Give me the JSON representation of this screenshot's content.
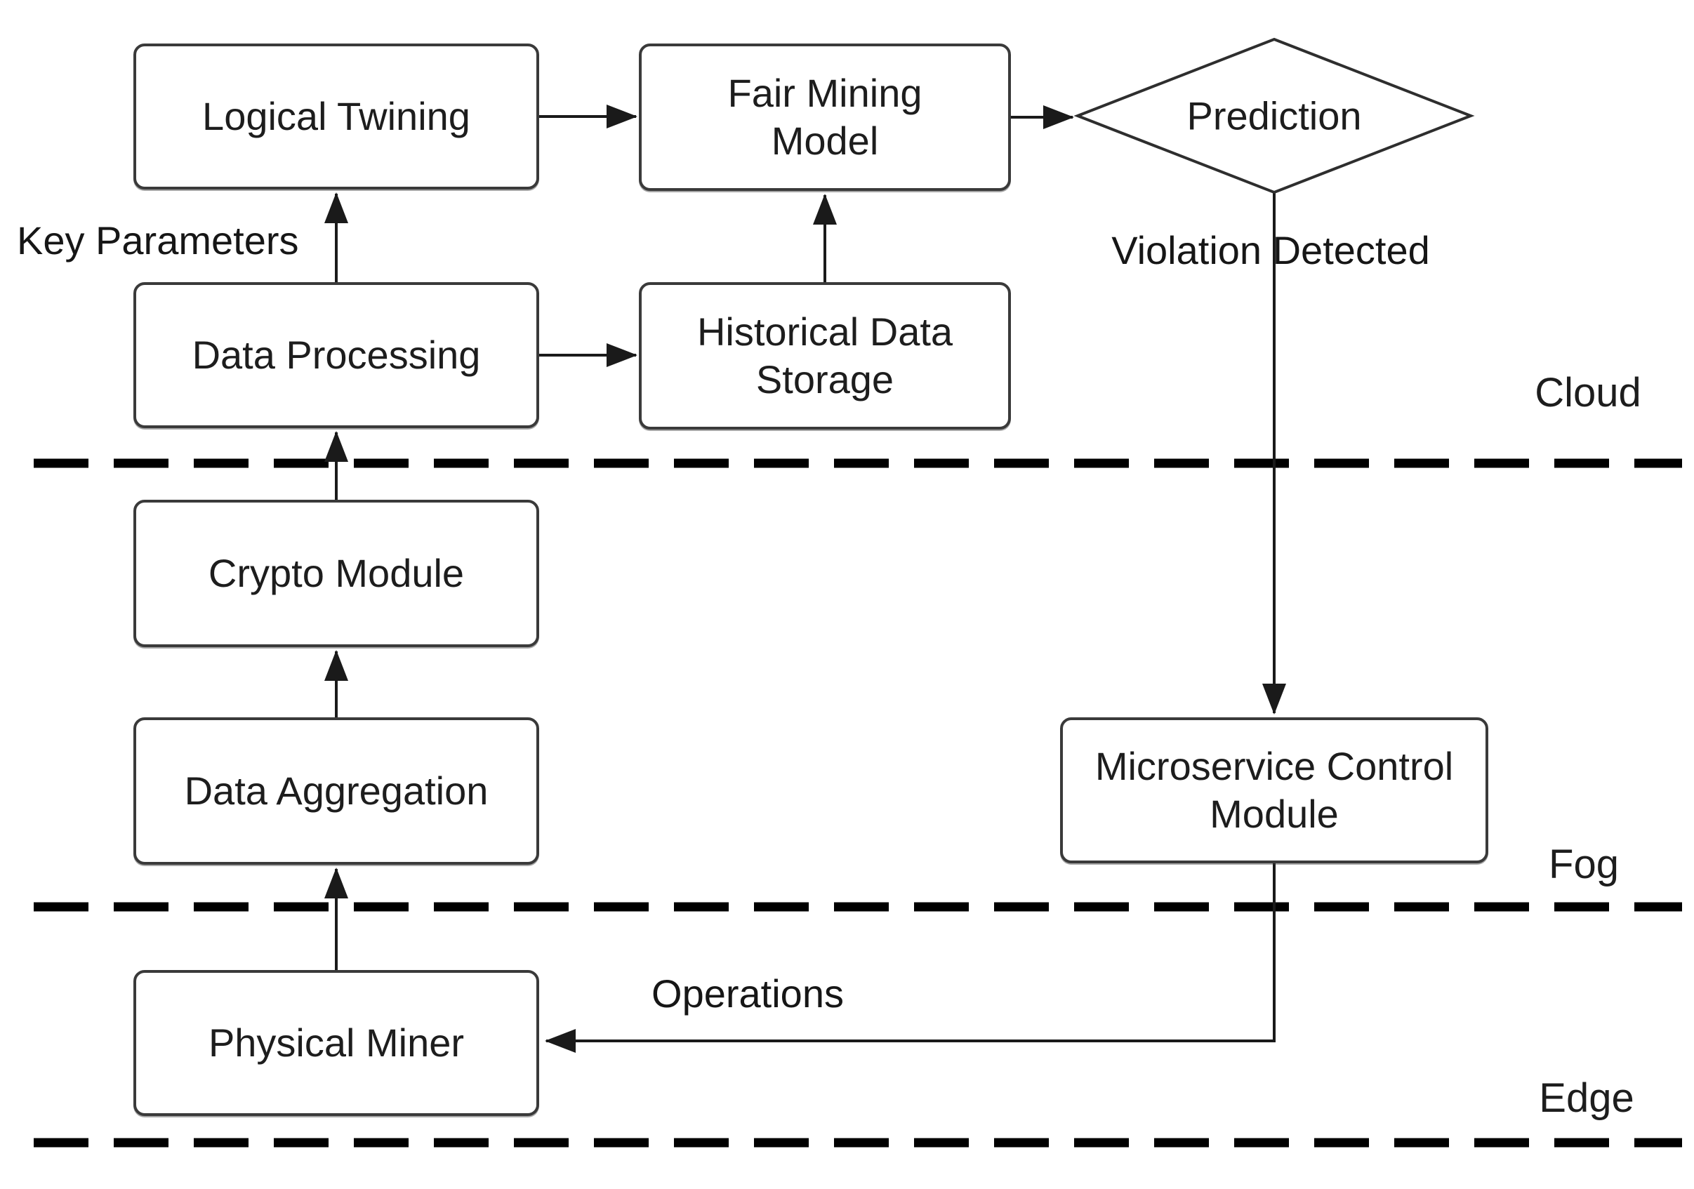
{
  "diagram": {
    "title": "Cloud-Fog-Edge fair mining digital twin architecture",
    "nodes": {
      "logical_twining": {
        "label": "Logical Twining"
      },
      "fair_mining_model": {
        "label": "Fair Mining\nModel"
      },
      "data_processing": {
        "label": "Data Processing"
      },
      "historical_data_storage": {
        "label": "Historical Data\nStorage"
      },
      "crypto_module": {
        "label": "Crypto Module"
      },
      "data_aggregation": {
        "label": "Data Aggregation"
      },
      "microservice_control_module": {
        "label": "Microservice Control\nModule"
      },
      "physical_miner": {
        "label": "Physical Miner"
      },
      "prediction": {
        "label": "Prediction"
      }
    },
    "edge_labels": {
      "key_parameters": "Key Parameters",
      "violation_detected": "Violation Detected",
      "operations": "Operations"
    },
    "layers": {
      "cloud": "Cloud",
      "fog": "Fog",
      "edge": "Edge"
    },
    "colors": {
      "background": "#ffffff",
      "box_border": "#3a3a3a",
      "connector": "#1a1a1a",
      "dashed_separator": "#000000",
      "text": "#1d1d1d"
    }
  }
}
